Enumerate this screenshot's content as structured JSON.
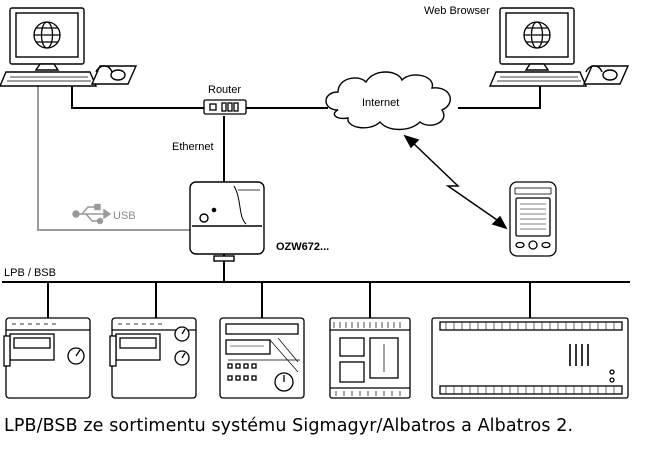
{
  "labels": {
    "web_browser": "Web Browser",
    "router": "Router",
    "internet": "Internet",
    "ethernet": "Ethernet",
    "usb": "USB",
    "ozw": "OZW672...",
    "bus": "LPB / BSB"
  },
  "caption": "LPB/BSB ze sortimentu systému Sigmagyr/Albatros a Albatros 2.",
  "colors": {
    "line": "#000000",
    "usb_line": "#9a9a9a",
    "device_fill": "#f2f2f2"
  }
}
